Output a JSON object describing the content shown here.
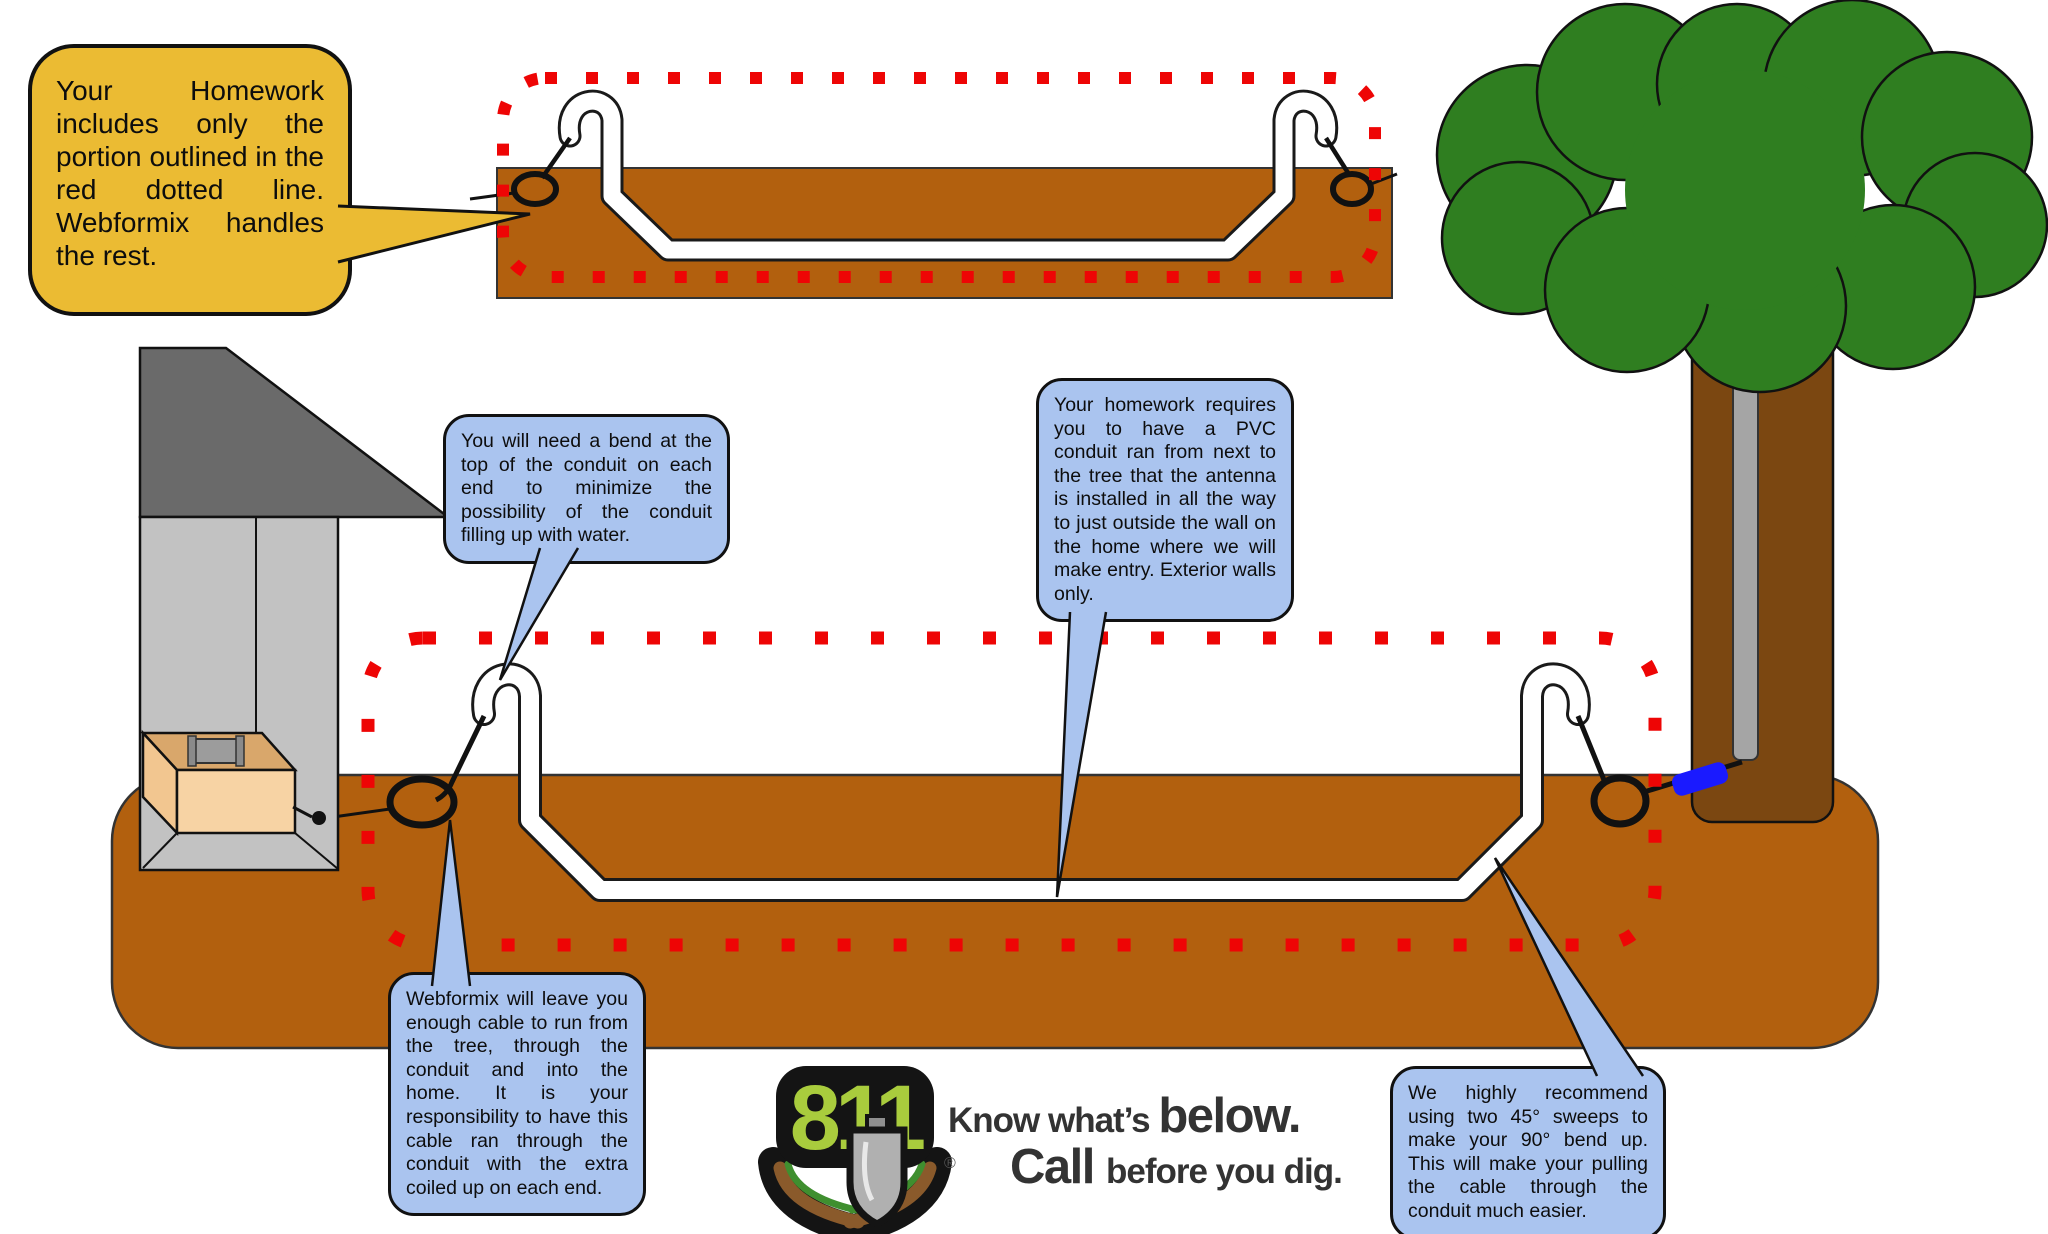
{
  "callouts": {
    "homework": "Your Homework includes only the portion outlined in the red dotted line. Webformix handles the rest.",
    "bend": "You will need a bend at the top of the conduit on each end to minimize the possibility of the conduit filling up with water.",
    "requirements": "Your homework requires you to have a PVC conduit ran from next to the tree that the antenna is installed in all the way to just outside the wall on the home where we will make entry. Exterior walls only.",
    "cable_slack": "Webformix will leave you enough cable to run from the tree, through the conduit and into the home. It is your responsibility to have this cable ran through the conduit with the extra coiled up on each end.",
    "sweeps": "We highly recommend using two 45° sweeps to make your 90° bend up. This will make your pulling the cable through the conduit much easier."
  },
  "logo": {
    "number": "811",
    "registered": "®",
    "tagline": {
      "know": "Know what’s ",
      "below": "below.",
      "call": "Call ",
      "before": "before you dig."
    }
  },
  "colors": {
    "homework_bubble": "#ebbb33",
    "note_bubble": "#aac4ef",
    "outline_red": "#ee0505",
    "ground_brown": "#b2600e",
    "trunk_brown": "#7b4711",
    "canopy_green": "#2f7e20",
    "logo_green": "#a9cc3d",
    "cable_blue": "#1a1aff"
  }
}
